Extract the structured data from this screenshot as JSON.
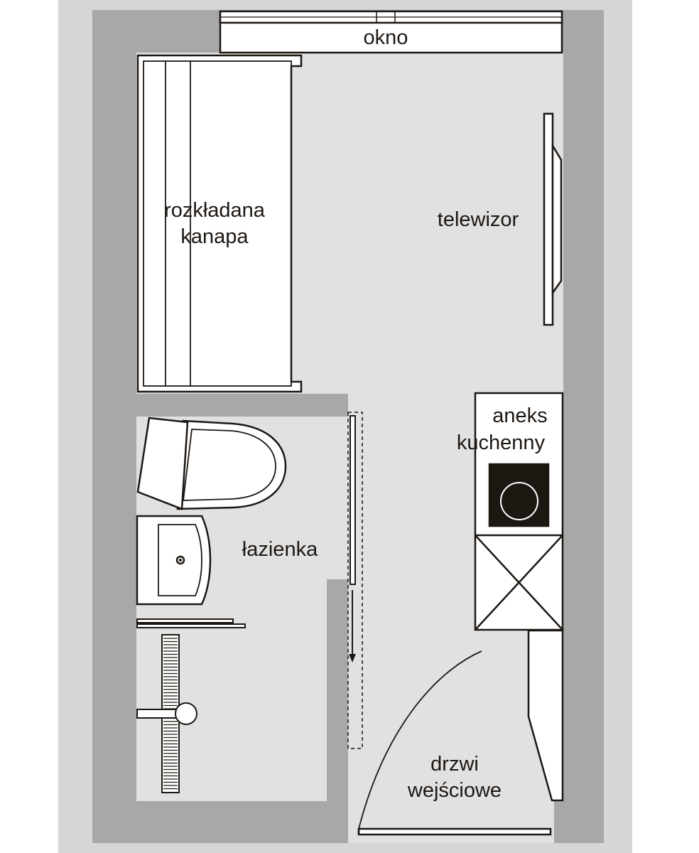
{
  "colors": {
    "outer_background": "#d6d6d6",
    "wall": "#a8a8a8",
    "floor": "#e1e1e1",
    "line": "#1d1712",
    "furniture_fill": "#ffffff",
    "hob_fill": "#1d1712"
  },
  "labels": {
    "window": "okno",
    "sofa_line1": "rozkładana",
    "sofa_line2": "kanapa",
    "tv": "telewizor",
    "kitchen_line1": "aneks",
    "kitchen_line2": "kuchenny",
    "bathroom": "łazienka",
    "door_line1": "drzwi",
    "door_line2": "wejściowe"
  },
  "icons": {
    "window": "window-icon",
    "sofa": "sofa-bed-icon",
    "tv": "tv-icon",
    "hob": "hob-icon",
    "cabinet": "cabinet-icon",
    "toilet": "toilet-icon",
    "sink": "sink-icon",
    "shower": "shower-icon",
    "sliding_door": "sliding-door-icon",
    "entrance_door": "entrance-door-icon"
  }
}
